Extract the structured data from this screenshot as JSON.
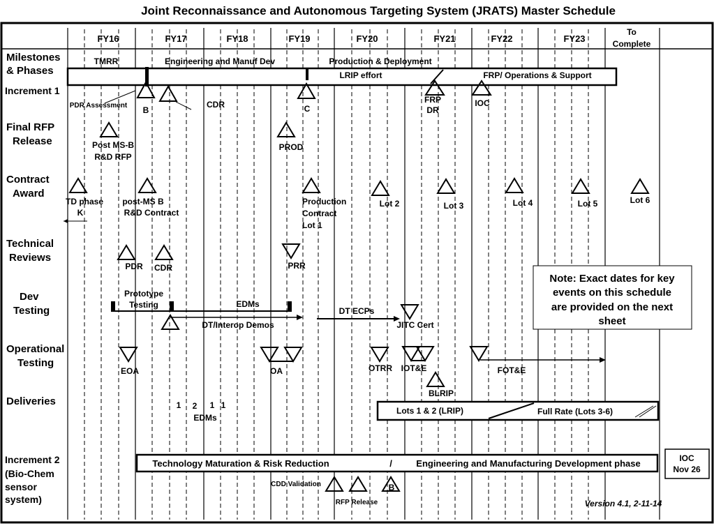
{
  "title": "Joint Reconnaissance and Autonomous Targeting System (JRATS) Master Schedule",
  "fiscal_years": [
    "FY16",
    "FY17",
    "FY18",
    "FY19",
    "FY20",
    "FY21",
    "FY22",
    "FY23"
  ],
  "to_complete": [
    "To",
    "Complete"
  ],
  "rows": {
    "milestones": [
      "Milestones",
      "& Phases"
    ],
    "increment1": "Increment 1",
    "final_rfp": [
      "Final RFP",
      "Release"
    ],
    "contract": [
      "Contract",
      "Award"
    ],
    "tech_reviews": [
      "Technical",
      "Reviews"
    ],
    "dev_testing": [
      "Dev",
      "Testing"
    ],
    "op_testing": [
      "Operational",
      "Testing"
    ],
    "deliveries": "Deliveries",
    "increment2": [
      "Increment 2",
      "(Bio-Chem",
      "sensor",
      "system)"
    ]
  },
  "phases": {
    "tmrr": "TMRR",
    "emd": "Engineering and Manuf Dev",
    "production": "Production & Deployment",
    "lrip_effort": "LRIP effort",
    "frp_ops": "FRP/ Operations & Support"
  },
  "milestone_labels": {
    "pdr_assessment": "PDR Assessment",
    "b": "B",
    "cdr": "CDR",
    "c": "C",
    "frp_dr": [
      "FRP",
      "DR"
    ],
    "ioc": "IOC"
  },
  "rfp_labels": {
    "post_ms_b": [
      "Post MS-B",
      "R&D RFP"
    ],
    "prod": "PROD"
  },
  "contract_labels": {
    "td_phase": [
      "TD phase",
      "K"
    ],
    "post_ms_b_contract": [
      "post-MS B",
      "R&D Contract"
    ],
    "production_contract": [
      "Production",
      "Contract",
      "Lot 1"
    ],
    "lot2": "Lot 2",
    "lot3": "Lot 3",
    "lot4": "Lot 4",
    "lot5": "Lot 5",
    "lot6": "Lot 6"
  },
  "review_labels": {
    "pdr": "PDR",
    "cdr": "CDR",
    "prr": "PRR"
  },
  "dev_test_labels": {
    "prototype": [
      "Prototype",
      "Testing"
    ],
    "edms": "EDMs",
    "dt_interop": "DT/Interop Demos",
    "dt_ecps": "DT  ECPs",
    "jitc": "JITC Cert"
  },
  "op_test_labels": {
    "eoa": "EOA",
    "oa": "OA",
    "otrr": "OTRR",
    "iote": "IOT&E",
    "blrip": "BLRIP",
    "fote": "FOT&E"
  },
  "deliveries": {
    "counts": [
      "1",
      "2",
      "1",
      "1"
    ],
    "edms": "EDMs",
    "lots12": "Lots 1 & 2 (LRIP)",
    "full_rate": "Full Rate (Lots 3-6)"
  },
  "increment2": {
    "tmrr": "Technology Maturation & Risk Reduction",
    "slash": "/",
    "emd": "Engineering and Manufacturing Development phase",
    "ioc": [
      "IOC",
      "Nov 26"
    ],
    "cdd": "CDD Validation",
    "rfp": "RFP Release",
    "b": "B"
  },
  "note": [
    "Note: Exact dates for key",
    "events on this schedule",
    "are provided on the next",
    "sheet"
  ],
  "version": "Version 4.1, 2-11-14"
}
